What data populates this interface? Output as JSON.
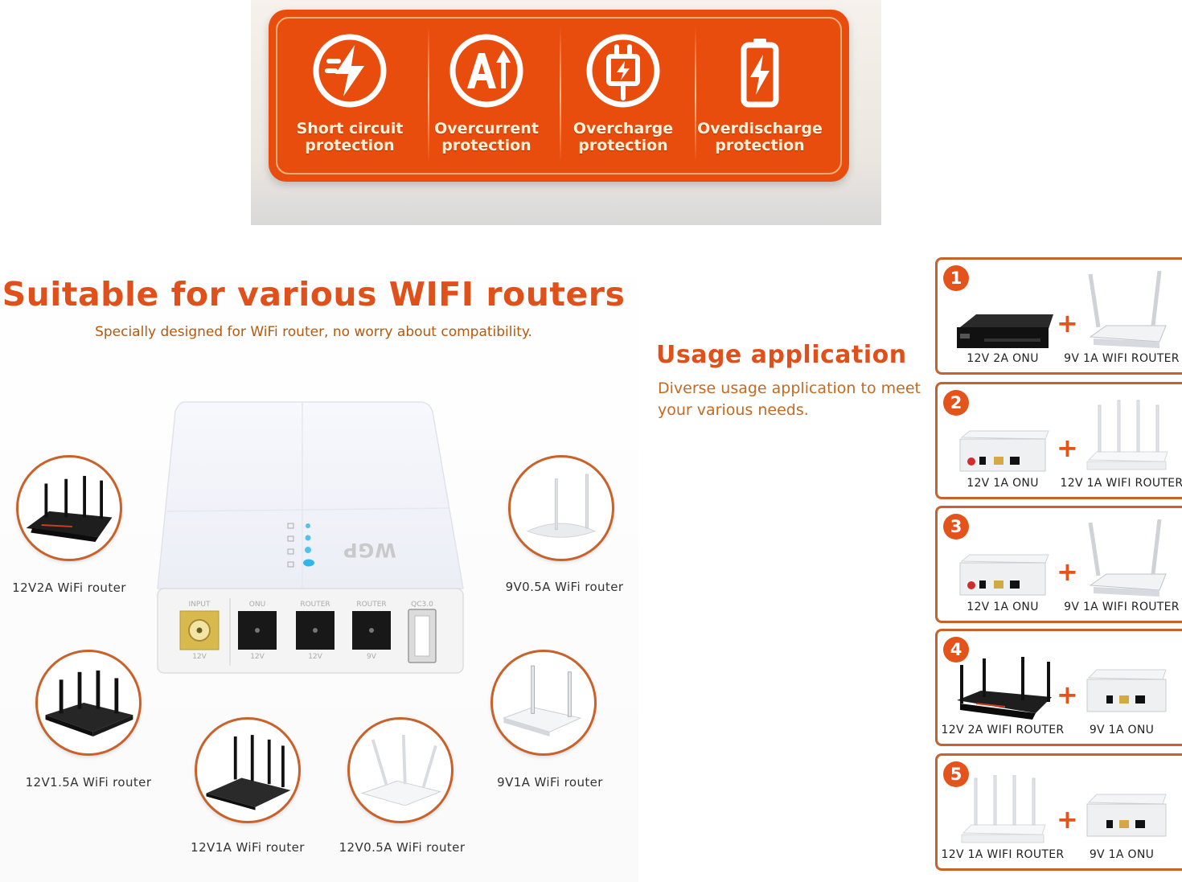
{
  "banner": {
    "features": [
      {
        "line1": "Short circuit",
        "line2": "protection",
        "icon": "lightning-circle-icon"
      },
      {
        "line1": "Overcurrent",
        "line2": "protection",
        "icon": "ai-arrow-circle-icon"
      },
      {
        "line1": "Overcharge",
        "line2": "protection",
        "icon": "plug-charge-circle-icon"
      },
      {
        "line1": "Overdischarge",
        "line2": "protection",
        "icon": "battery-bolt-icon"
      }
    ],
    "colors": {
      "background": "#e84d0e",
      "text": "#fff2d8"
    }
  },
  "routers_section": {
    "title": "Suitable for various WIFI routers",
    "subtitle": "Specially designed for WiFi router, no worry about compatibility.",
    "device": {
      "logo": "WGP",
      "ports": [
        {
          "name": "INPUT",
          "voltage": "12V"
        },
        {
          "name": "ONU",
          "voltage": "12V"
        },
        {
          "name": "ROUTER",
          "voltage": "12V"
        },
        {
          "name": "ROUTER",
          "voltage": "9V"
        },
        {
          "name": "QC3.0",
          "voltage": ""
        }
      ]
    },
    "routers": [
      {
        "label": "12V2A WiFi router"
      },
      {
        "label": "9V0.5A WiFi router"
      },
      {
        "label": "12V1.5A WiFi router"
      },
      {
        "label": "9V1A WiFi router"
      },
      {
        "label": "12V1A WiFi router"
      },
      {
        "label": "12V0.5A WiFi router"
      }
    ],
    "colors": {
      "title": "#e0501a",
      "subtitle": "#b5590f"
    }
  },
  "usage_section": {
    "title": "Usage application",
    "description": "Diverse usage application to meet your various needs.",
    "combos": [
      {
        "number": "1",
        "left": "12V 2A ONU",
        "right": "9V 1A WIFI ROUTER"
      },
      {
        "number": "2",
        "left": "12V 1A ONU",
        "right": "12V 1A WIFI ROUTER"
      },
      {
        "number": "3",
        "left": "12V 1A ONU",
        "right": "9V 1A WIFI ROUTER"
      },
      {
        "number": "4",
        "left": "12V 2A WIFI ROUTER",
        "right": "9V 1A ONU"
      },
      {
        "number": "5",
        "left": "12V 1A WIFI ROUTER",
        "right": "9V 1A ONU"
      }
    ],
    "plus_sign": "+",
    "colors": {
      "accent": "#e3531b",
      "border": "#c8622a"
    }
  }
}
